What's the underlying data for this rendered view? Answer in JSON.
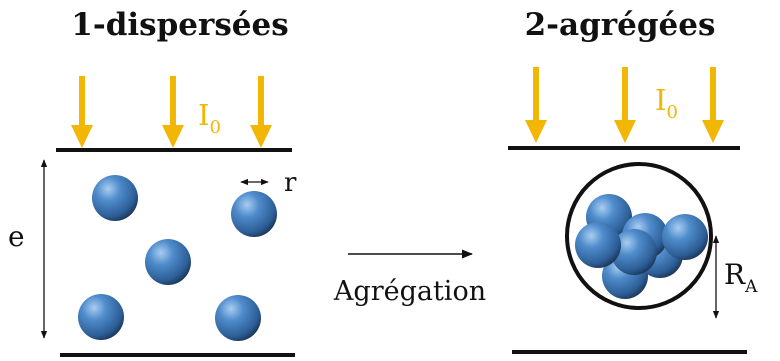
{
  "left_panel": {
    "title": "1-dispersées",
    "incident_label": "I",
    "incident_subscript": "0",
    "thickness_label": "e",
    "radius_label": "r"
  },
  "right_panel": {
    "title": "2-agrégées",
    "incident_label": "I",
    "incident_subscript": "0",
    "aggregate_radius_label": "R",
    "aggregate_radius_subscript": "A"
  },
  "transition": {
    "label": "Agrégation"
  },
  "colors": {
    "incident_light": "#f2b705",
    "particle": "#3f78b5",
    "lines": "#111111"
  }
}
